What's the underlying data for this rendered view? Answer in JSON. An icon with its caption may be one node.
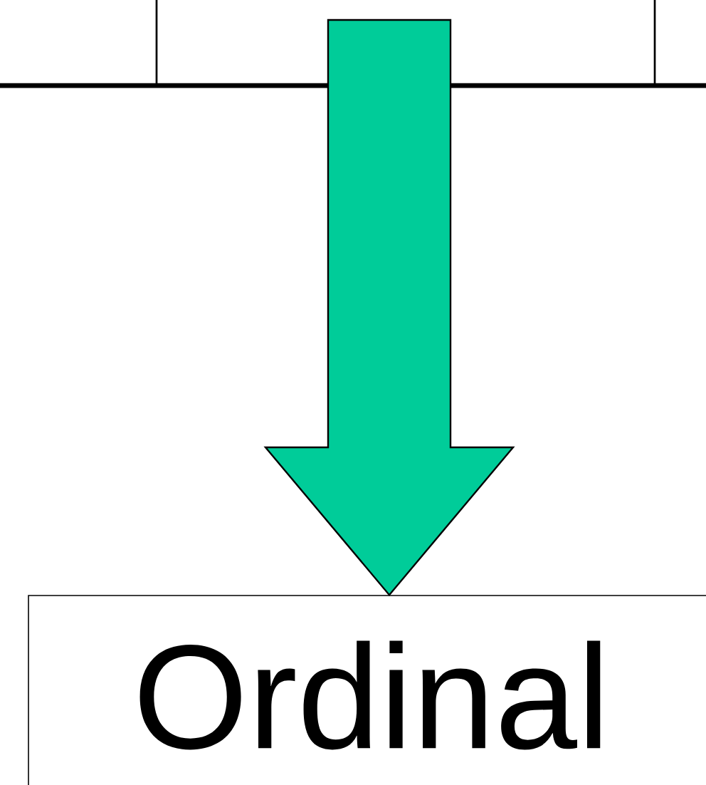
{
  "diagram": {
    "nodes": [
      {
        "text": [],
        "shape": "box"
      },
      {
        "text": [],
        "shape": "box"
      },
      {
        "text": [],
        "shape": "box"
      },
      {
        "text": [
          "Ordinal"
        ]
      }
    ],
    "edges": [
      {
        "from": 1,
        "to": 3,
        "arrow": "to",
        "color": "#00cc99"
      }
    ]
  }
}
